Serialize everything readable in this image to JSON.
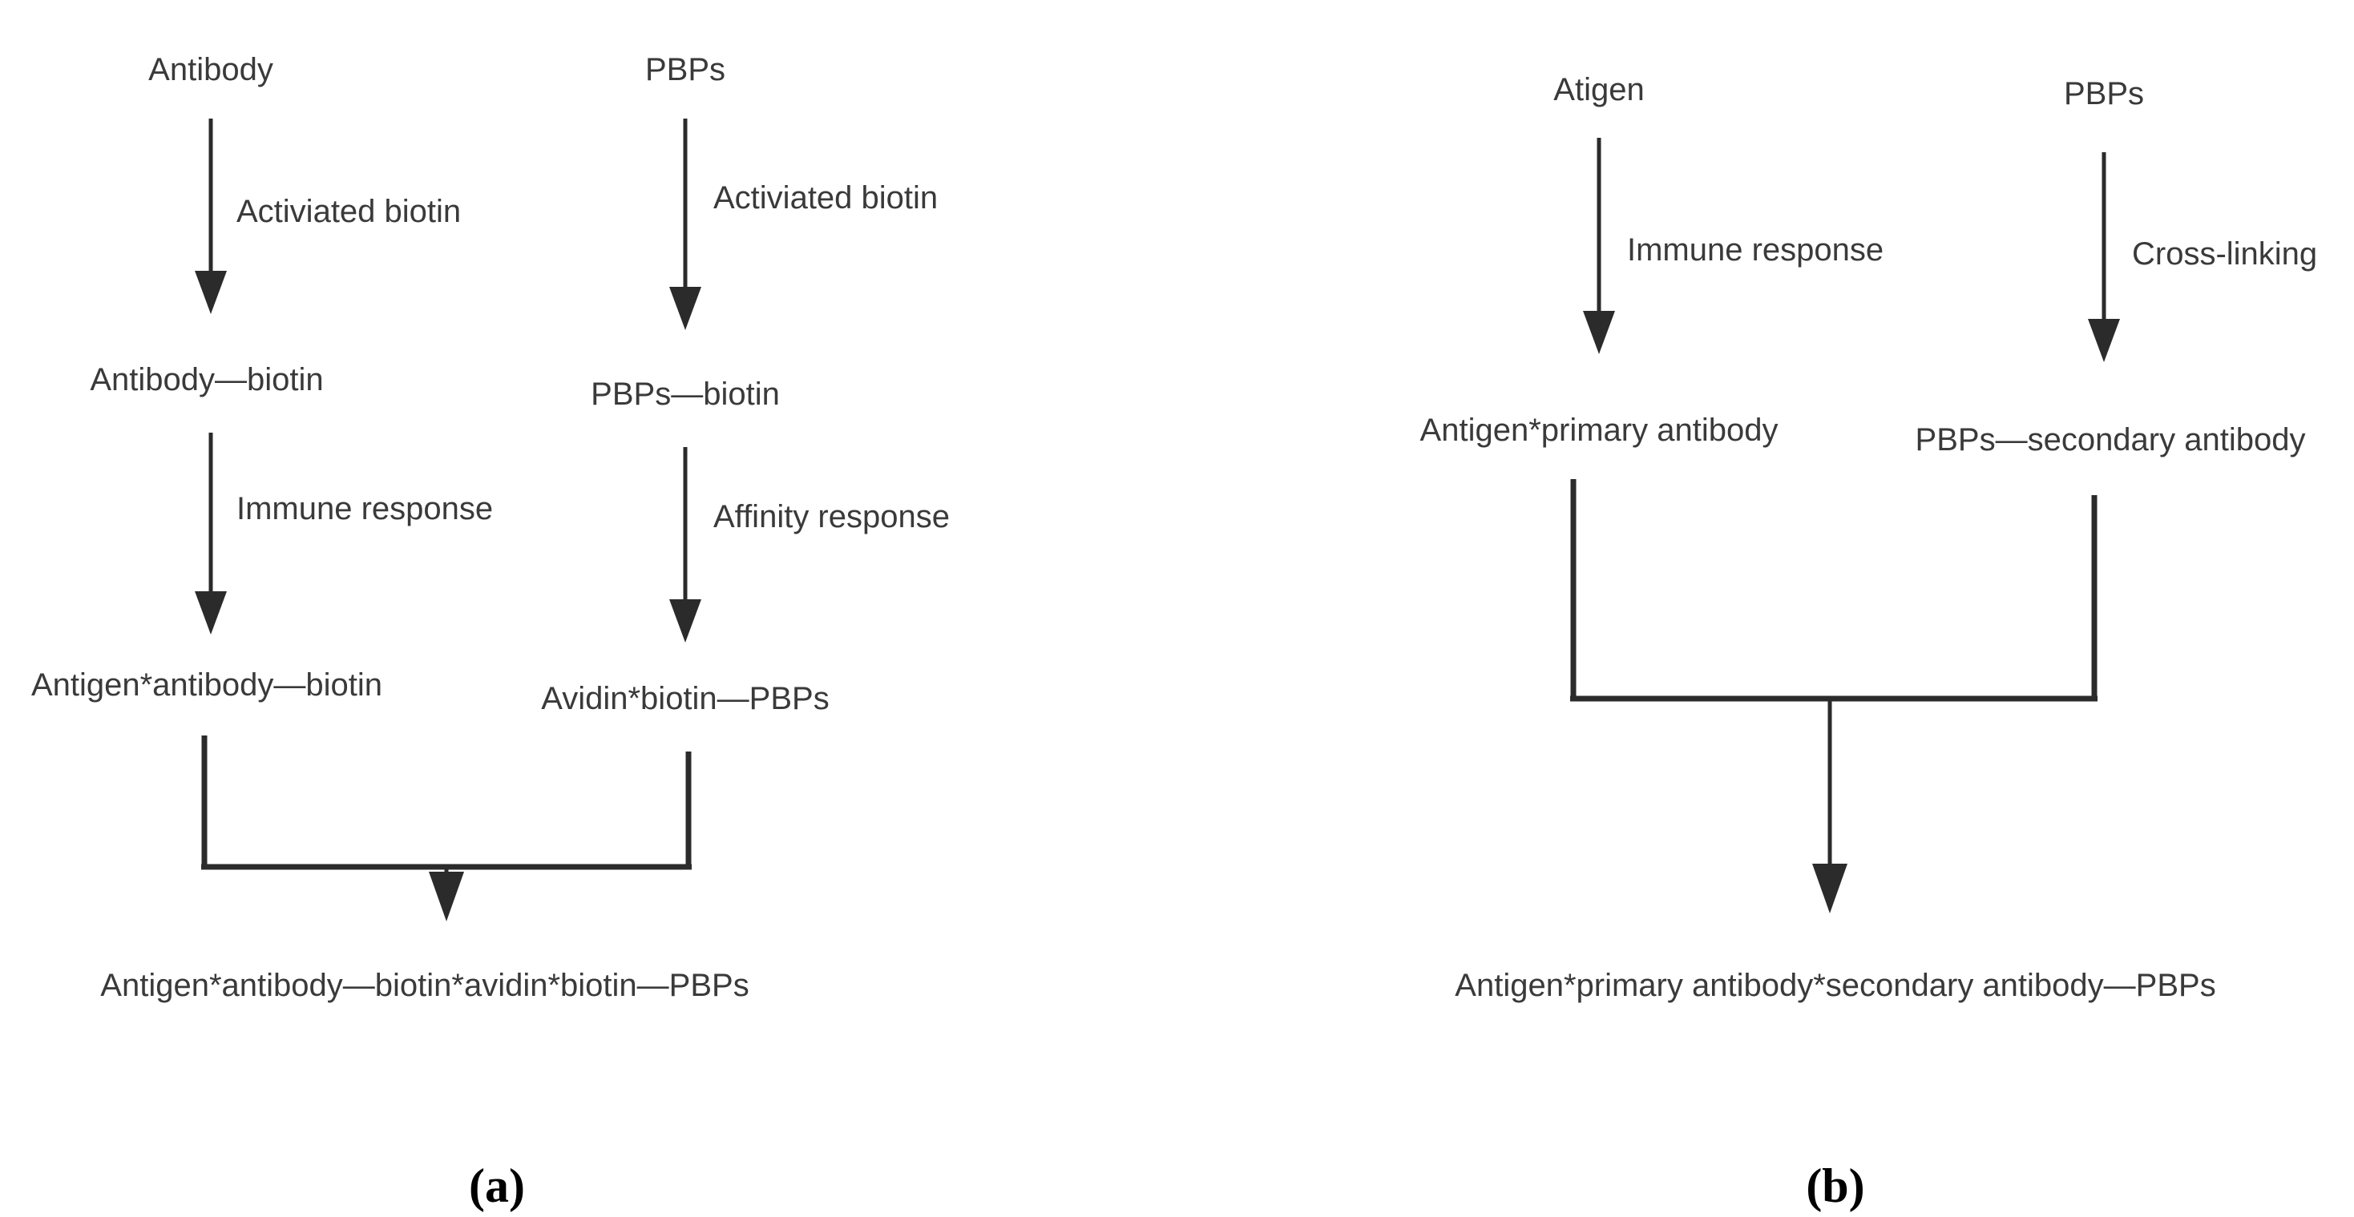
{
  "figure": {
    "background_color": "#ffffff",
    "ink_color": "#2b2b2b",
    "text_color": "#3a3a3a",
    "panels": [
      {
        "id": "a",
        "caption": "(a)",
        "nodes": {
          "top_left": "Antibody",
          "top_right": "PBPs",
          "mid_left": "Antibody—biotin",
          "mid_right": "PBPs—biotin",
          "low_left": "Antigen*antibody—biotin",
          "low_right": "Avidin*biotin—PBPs",
          "result": "Antigen*antibody—biotin*avidin*biotin—PBPs"
        },
        "arrow_labels": {
          "left_step1": "Activiated biotin",
          "right_step1": "Activiated biotin",
          "left_step2": "Immune response",
          "right_step2": "Affinity response"
        }
      },
      {
        "id": "b",
        "caption": "(b)",
        "nodes": {
          "top_left": "Atigen",
          "top_right": "PBPs",
          "mid_left": "Antigen*primary antibody",
          "mid_right": "PBPs—secondary antibody",
          "result": "Antigen*primary antibody*secondary antibody—PBPs"
        },
        "arrow_labels": {
          "left_step1": "Immune response",
          "right_step1": "Cross-linking"
        }
      }
    ]
  }
}
